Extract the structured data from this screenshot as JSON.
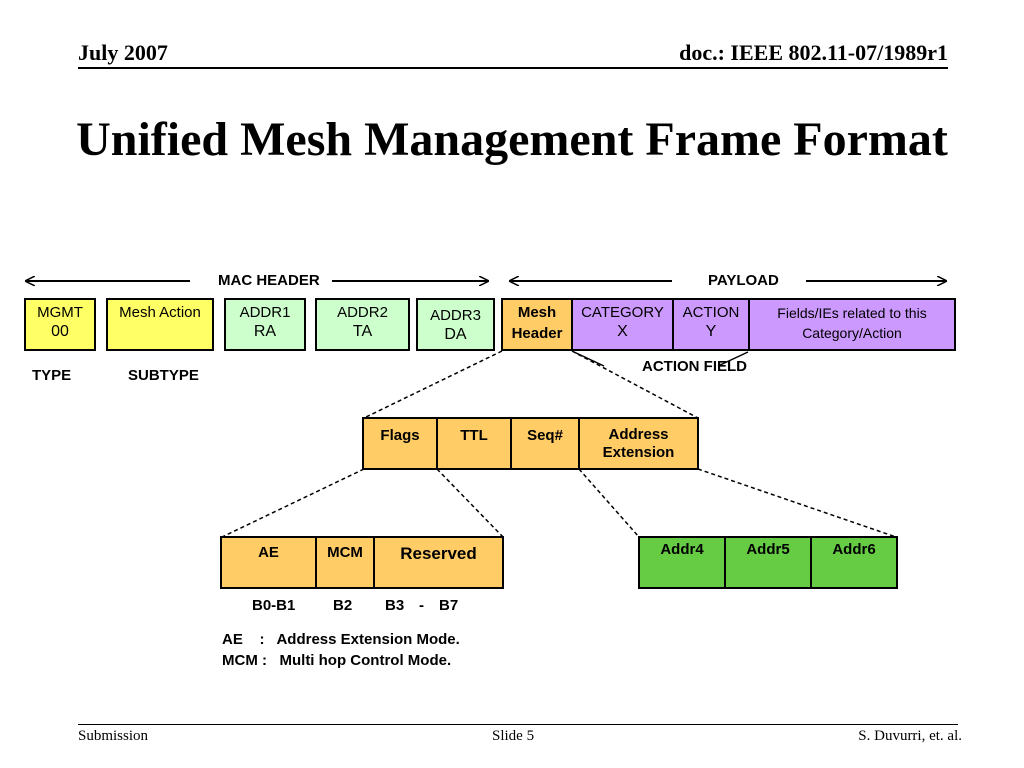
{
  "header": {
    "date": "July 2007",
    "doc": "doc.: IEEE 802.11-07/1989r1"
  },
  "title": "Unified Mesh Management Frame Format",
  "labels": {
    "mac_header": "MAC HEADER",
    "payload": "PAYLOAD",
    "type": "TYPE",
    "subtype": "SUBTYPE",
    "action_field": "ACTION FIELD"
  },
  "mac_fields": [
    {
      "line1": "MGMT",
      "line2": "00"
    },
    {
      "line1": "Mesh Action",
      "line2": ""
    },
    {
      "line1": "ADDR1",
      "line2": "RA"
    },
    {
      "line1": "ADDR2",
      "line2": "TA"
    },
    {
      "line1": "ADDR3",
      "line2": "DA"
    }
  ],
  "payload_fields": [
    {
      "line1": "Mesh",
      "line2": "Header"
    },
    {
      "line1": "CATEGORY",
      "line2": "X"
    },
    {
      "line1": "ACTION",
      "line2": "Y"
    },
    {
      "line1": "Fields/IEs related to this",
      "line2": "Category/Action"
    }
  ],
  "mesh_header_fields": [
    "Flags",
    "TTL",
    "Seq#",
    "Address Extension"
  ],
  "flags_fields": [
    "AE",
    "MCM",
    "Reserved"
  ],
  "bit_labels": [
    "B0-B1",
    "B2",
    "B3",
    "-",
    "B7"
  ],
  "addr_ext_fields": [
    "Addr4",
    "Addr5",
    "Addr6"
  ],
  "notes": {
    "ae": "AE    :   Address Extension Mode.",
    "mcm": "MCM :   Multi hop Control Mode."
  },
  "footer": {
    "left": "Submission",
    "center": "Slide 5",
    "right": "S. Duvurri, et. al."
  },
  "colors": {
    "yellow": "#ffff66",
    "light_green": "#ccffcc",
    "purple": "#cc99ff",
    "orange": "#ffcc66",
    "green": "#66cc44"
  }
}
